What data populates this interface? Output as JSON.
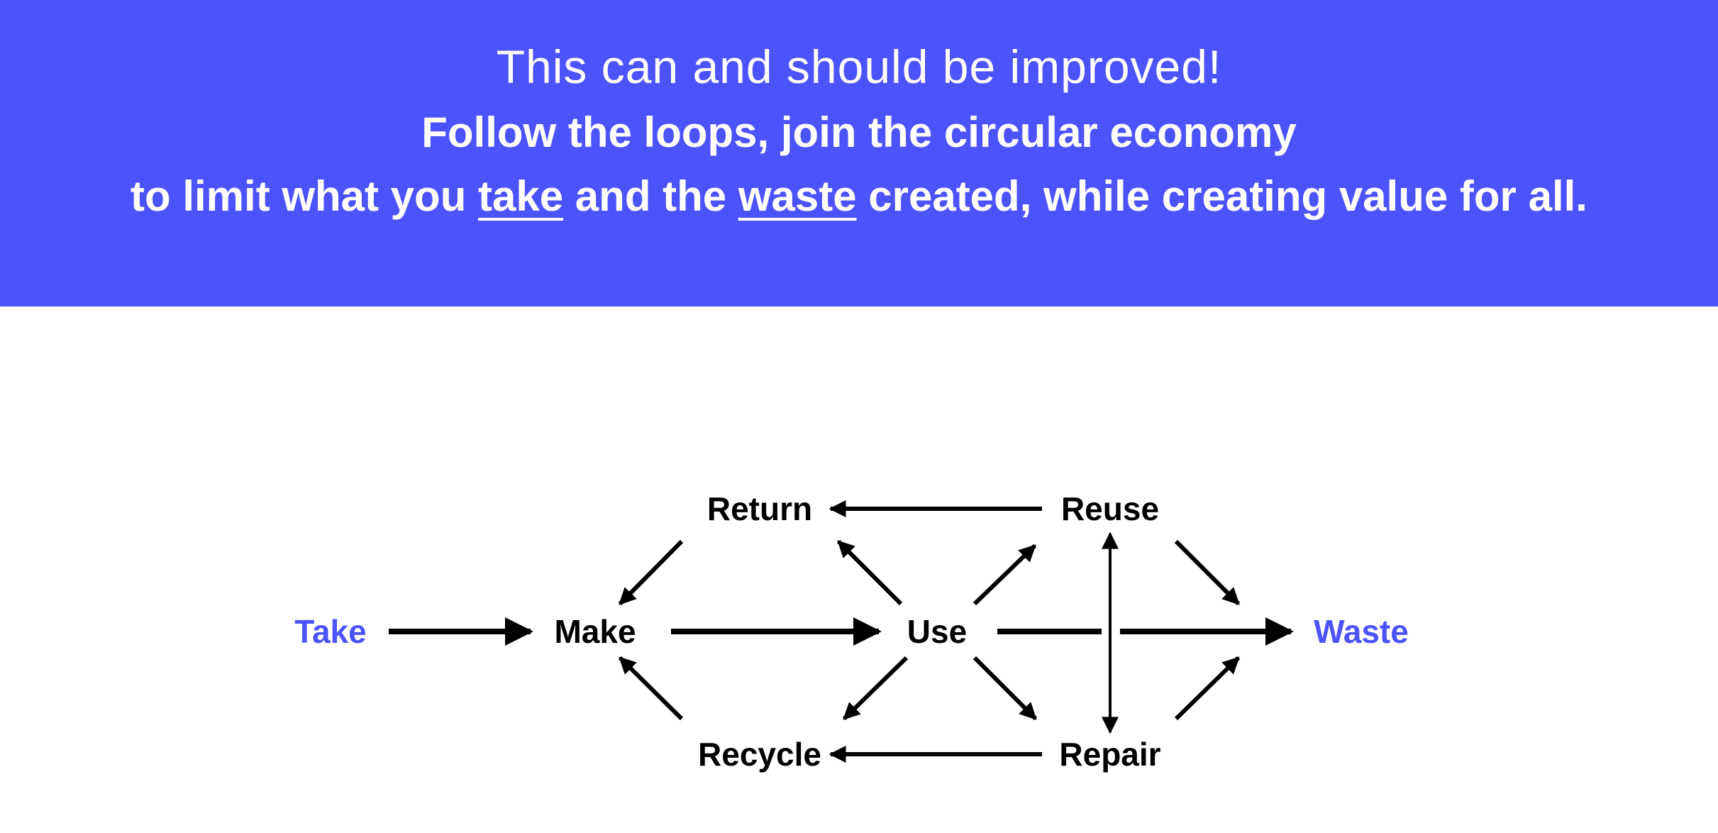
{
  "banner": {
    "line1": "This can and should be improved!",
    "line2": "Follow the loops, join the circular economy",
    "line3_a": "to limit what you ",
    "line3_take": "take",
    "line3_b": " and the ",
    "line3_waste": "waste",
    "line3_c": " created, while creating value for all.",
    "background": "#4c53fb"
  },
  "diagram": {
    "nodes": {
      "take": "Take",
      "make": "Make",
      "use": "Use",
      "waste": "Waste",
      "return": "Return",
      "reuse": "Reuse",
      "recycle": "Recycle",
      "repair": "Repair"
    },
    "accent": "#4c53fb"
  }
}
